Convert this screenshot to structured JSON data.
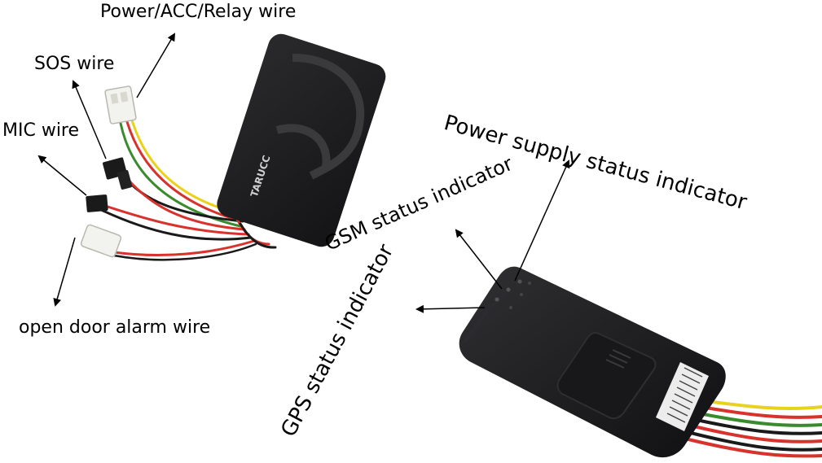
{
  "labels": {
    "power_acc_relay": "Power/ACC/Relay wire",
    "sos": "SOS wire",
    "mic": "MIC wire",
    "open_door": "open door alarm wire",
    "power_supply_status": "Power supply status indicator",
    "gsm_status": "GSM status indicator",
    "gps_status": "GPS status indicator"
  },
  "device_logo_text": "TARUCC",
  "colors": {
    "device_body": "#1c1c1e",
    "wire_red": "#d8322c",
    "wire_yellow": "#e8d21a",
    "wire_green": "#3a8a2e",
    "wire_black": "#1a1a1a",
    "connector_white": "#f2f2ee"
  }
}
